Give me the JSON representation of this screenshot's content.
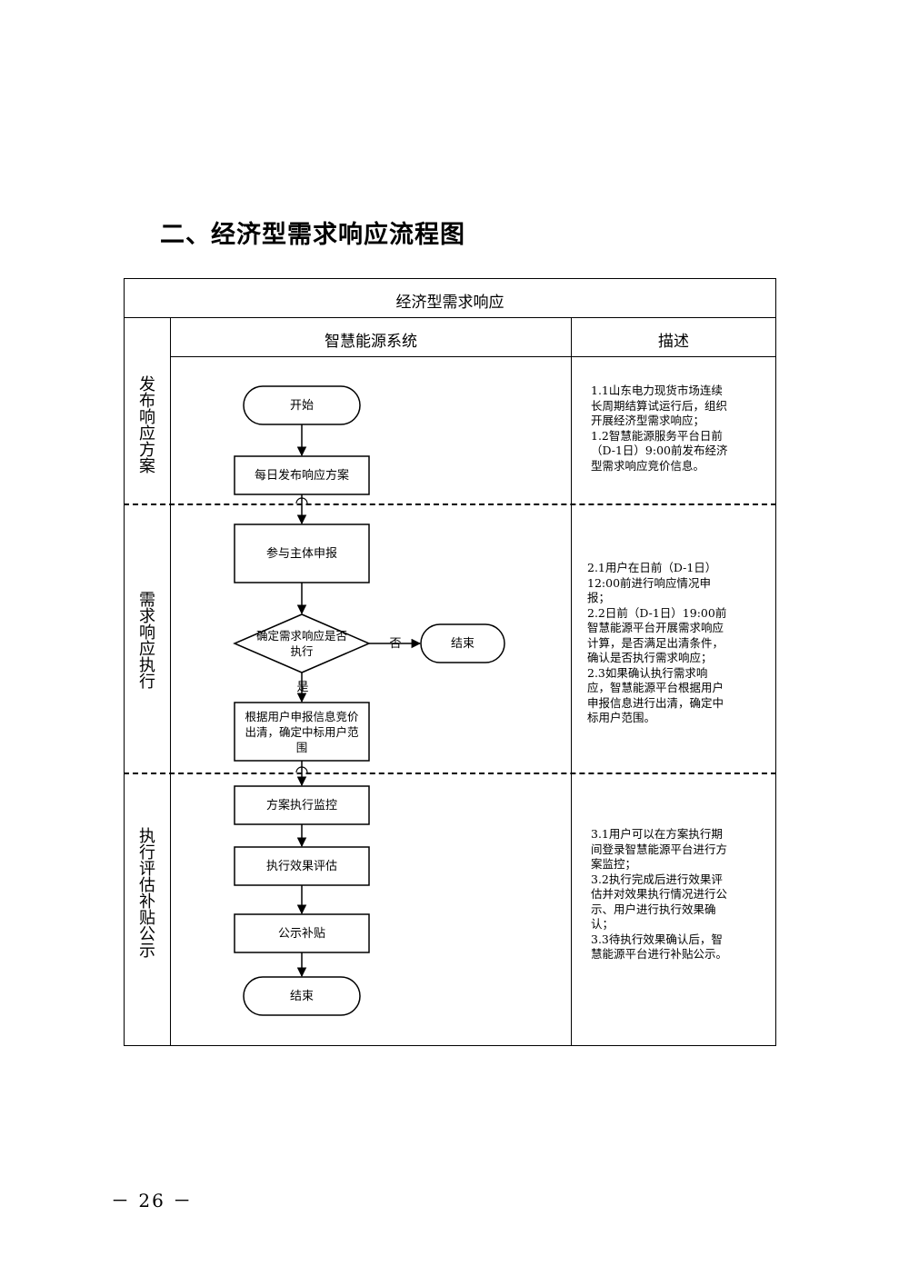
{
  "heading": "二、经济型需求响应流程图",
  "table": {
    "title": "经济型需求响应",
    "col_system": "智慧能源系统",
    "col_desc": "描述"
  },
  "lanes": [
    {
      "label": "发布响应方案",
      "desc": "1.1山东电力现货市场连续\n长周期结算试运行后，组织\n开展经济型需求响应；\n1.2智慧能源服务平台日前\n（D-1日）9:00前发布经济\n型需求响应竞价信息。"
    },
    {
      "label": "需求响应执行",
      "desc": "2.1用户在日前（D-1日）\n12:00前进行响应情况申\n报；\n2.2日前（D-1日）19:00前\n智慧能源平台开展需求响应\n计算，是否满足出清条件，\n确认是否执行需求响应；\n2.3如果确认执行需求响\n应，智慧能源平台根据用户\n申报信息进行出清，确定中\n标用户范围。"
    },
    {
      "label": "执行评估补贴公示",
      "desc": "3.1用户可以在方案执行期\n间登录智慧能源平台进行方\n案监控；\n3.2执行完成后进行效果评\n估并对效果执行情况进行公\n示、用户进行执行效果确\n认；\n3.3待执行效果确认后，智\n慧能源平台进行补贴公示。"
    }
  ],
  "nodes": {
    "start": "开始",
    "publish": "每日发布响应方案",
    "report": "参与主体申报",
    "decision": "确定需求响应是否\n执行",
    "end_no": "结束",
    "clear": "根据用户申报信息竞价\n出清，确定中标用户范\n围",
    "monitor": "方案执行监控",
    "evaluate": "执行效果评估",
    "publicize": "公示补贴",
    "end": "结束"
  },
  "edge_labels": {
    "no": "否",
    "yes": "是"
  },
  "page_number": "－ 26 －"
}
